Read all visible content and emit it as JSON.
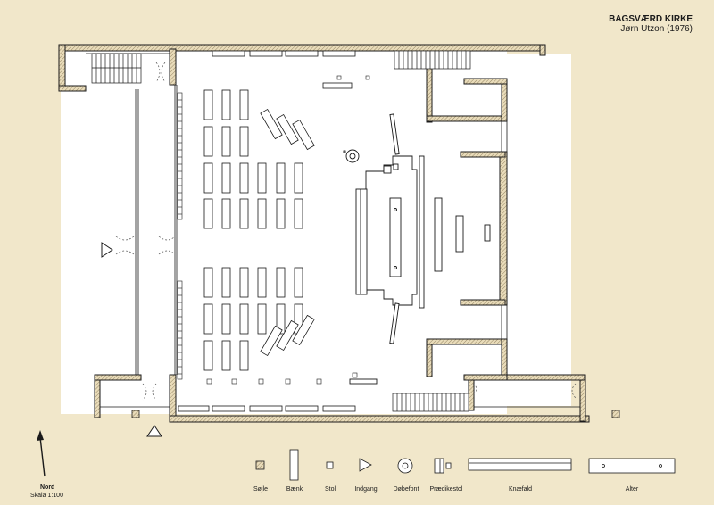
{
  "title": "BAGSVÆRD KIRKE",
  "subtitle": "Jørn Utzon (1976)",
  "north": {
    "label": "Nord",
    "scale": "Skala 1:100"
  },
  "legend": [
    {
      "key": "column",
      "label": "Søjle"
    },
    {
      "key": "pew",
      "label": "Bænk"
    },
    {
      "key": "chair",
      "label": "Stol"
    },
    {
      "key": "entrance",
      "label": "Indgang"
    },
    {
      "key": "font",
      "label": "Døbefont"
    },
    {
      "key": "pulpit",
      "label": "Prædikestol"
    },
    {
      "key": "kneeler",
      "label": "Knæfald"
    },
    {
      "key": "altar",
      "label": "Alter"
    }
  ],
  "colors": {
    "background": "#f1e7ca",
    "floor": "#ffffff",
    "wall_hatch": "#9b8a6a",
    "ink": "#1a1a1a"
  }
}
